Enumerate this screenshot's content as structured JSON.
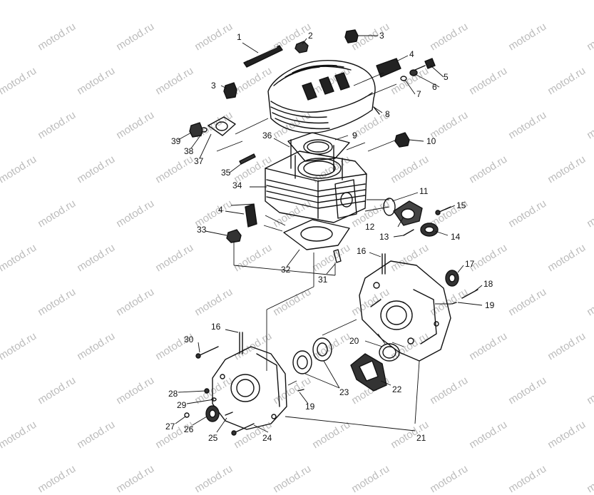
{
  "watermark": "motod.ru",
  "colors": {
    "ink": "#111111",
    "background": "#ffffff",
    "watermark": "#bcbcbc"
  },
  "callouts": [
    "1",
    "2",
    "3",
    "3",
    "4",
    "5",
    "6",
    "7",
    "8",
    "9",
    "10",
    "11",
    "12",
    "13",
    "14",
    "15",
    "16",
    "17",
    "18",
    "19",
    "20",
    "21",
    "22",
    "23",
    "24",
    "25",
    "26",
    "27",
    "28",
    "29",
    "30",
    "16",
    "19",
    "31",
    "32",
    "33",
    "4",
    "34",
    "35",
    "36",
    "37",
    "38",
    "39"
  ]
}
